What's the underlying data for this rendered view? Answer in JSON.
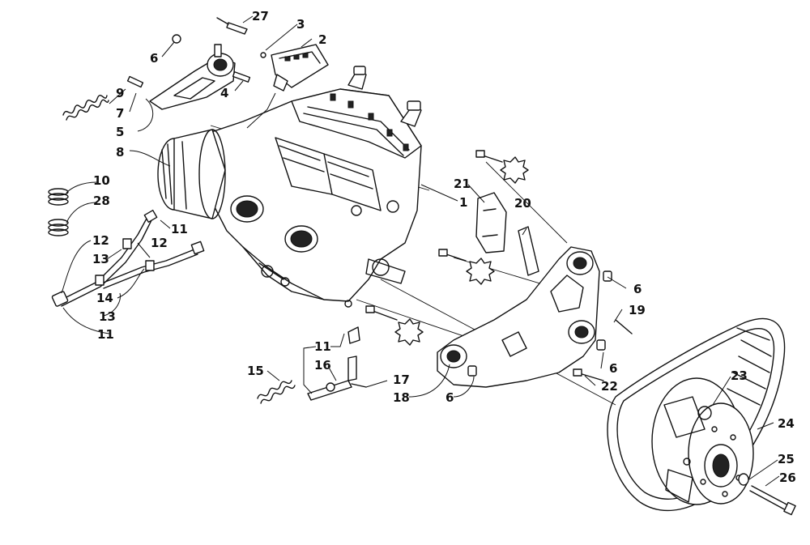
{
  "callouts": {
    "c1": "1",
    "c2": "2",
    "c3": "3",
    "c4": "4",
    "c5": "5",
    "c6a": "6",
    "c6b": "6",
    "c6c": "6",
    "c6d": "6",
    "c7": "7",
    "c8": "8",
    "c9": "9",
    "c10": "10",
    "c11a": "11",
    "c11b": "11",
    "c11c": "11",
    "c12a": "12",
    "c12b": "12",
    "c13a": "13",
    "c13b": "13",
    "c14": "14",
    "c15": "15",
    "c16": "16",
    "c17": "17",
    "c18": "18",
    "c19": "19",
    "c20": "20",
    "c21": "21",
    "c22": "22",
    "c23": "23",
    "c24": "24",
    "c25": "25",
    "c26": "26",
    "c27": "27",
    "c28": "28"
  }
}
